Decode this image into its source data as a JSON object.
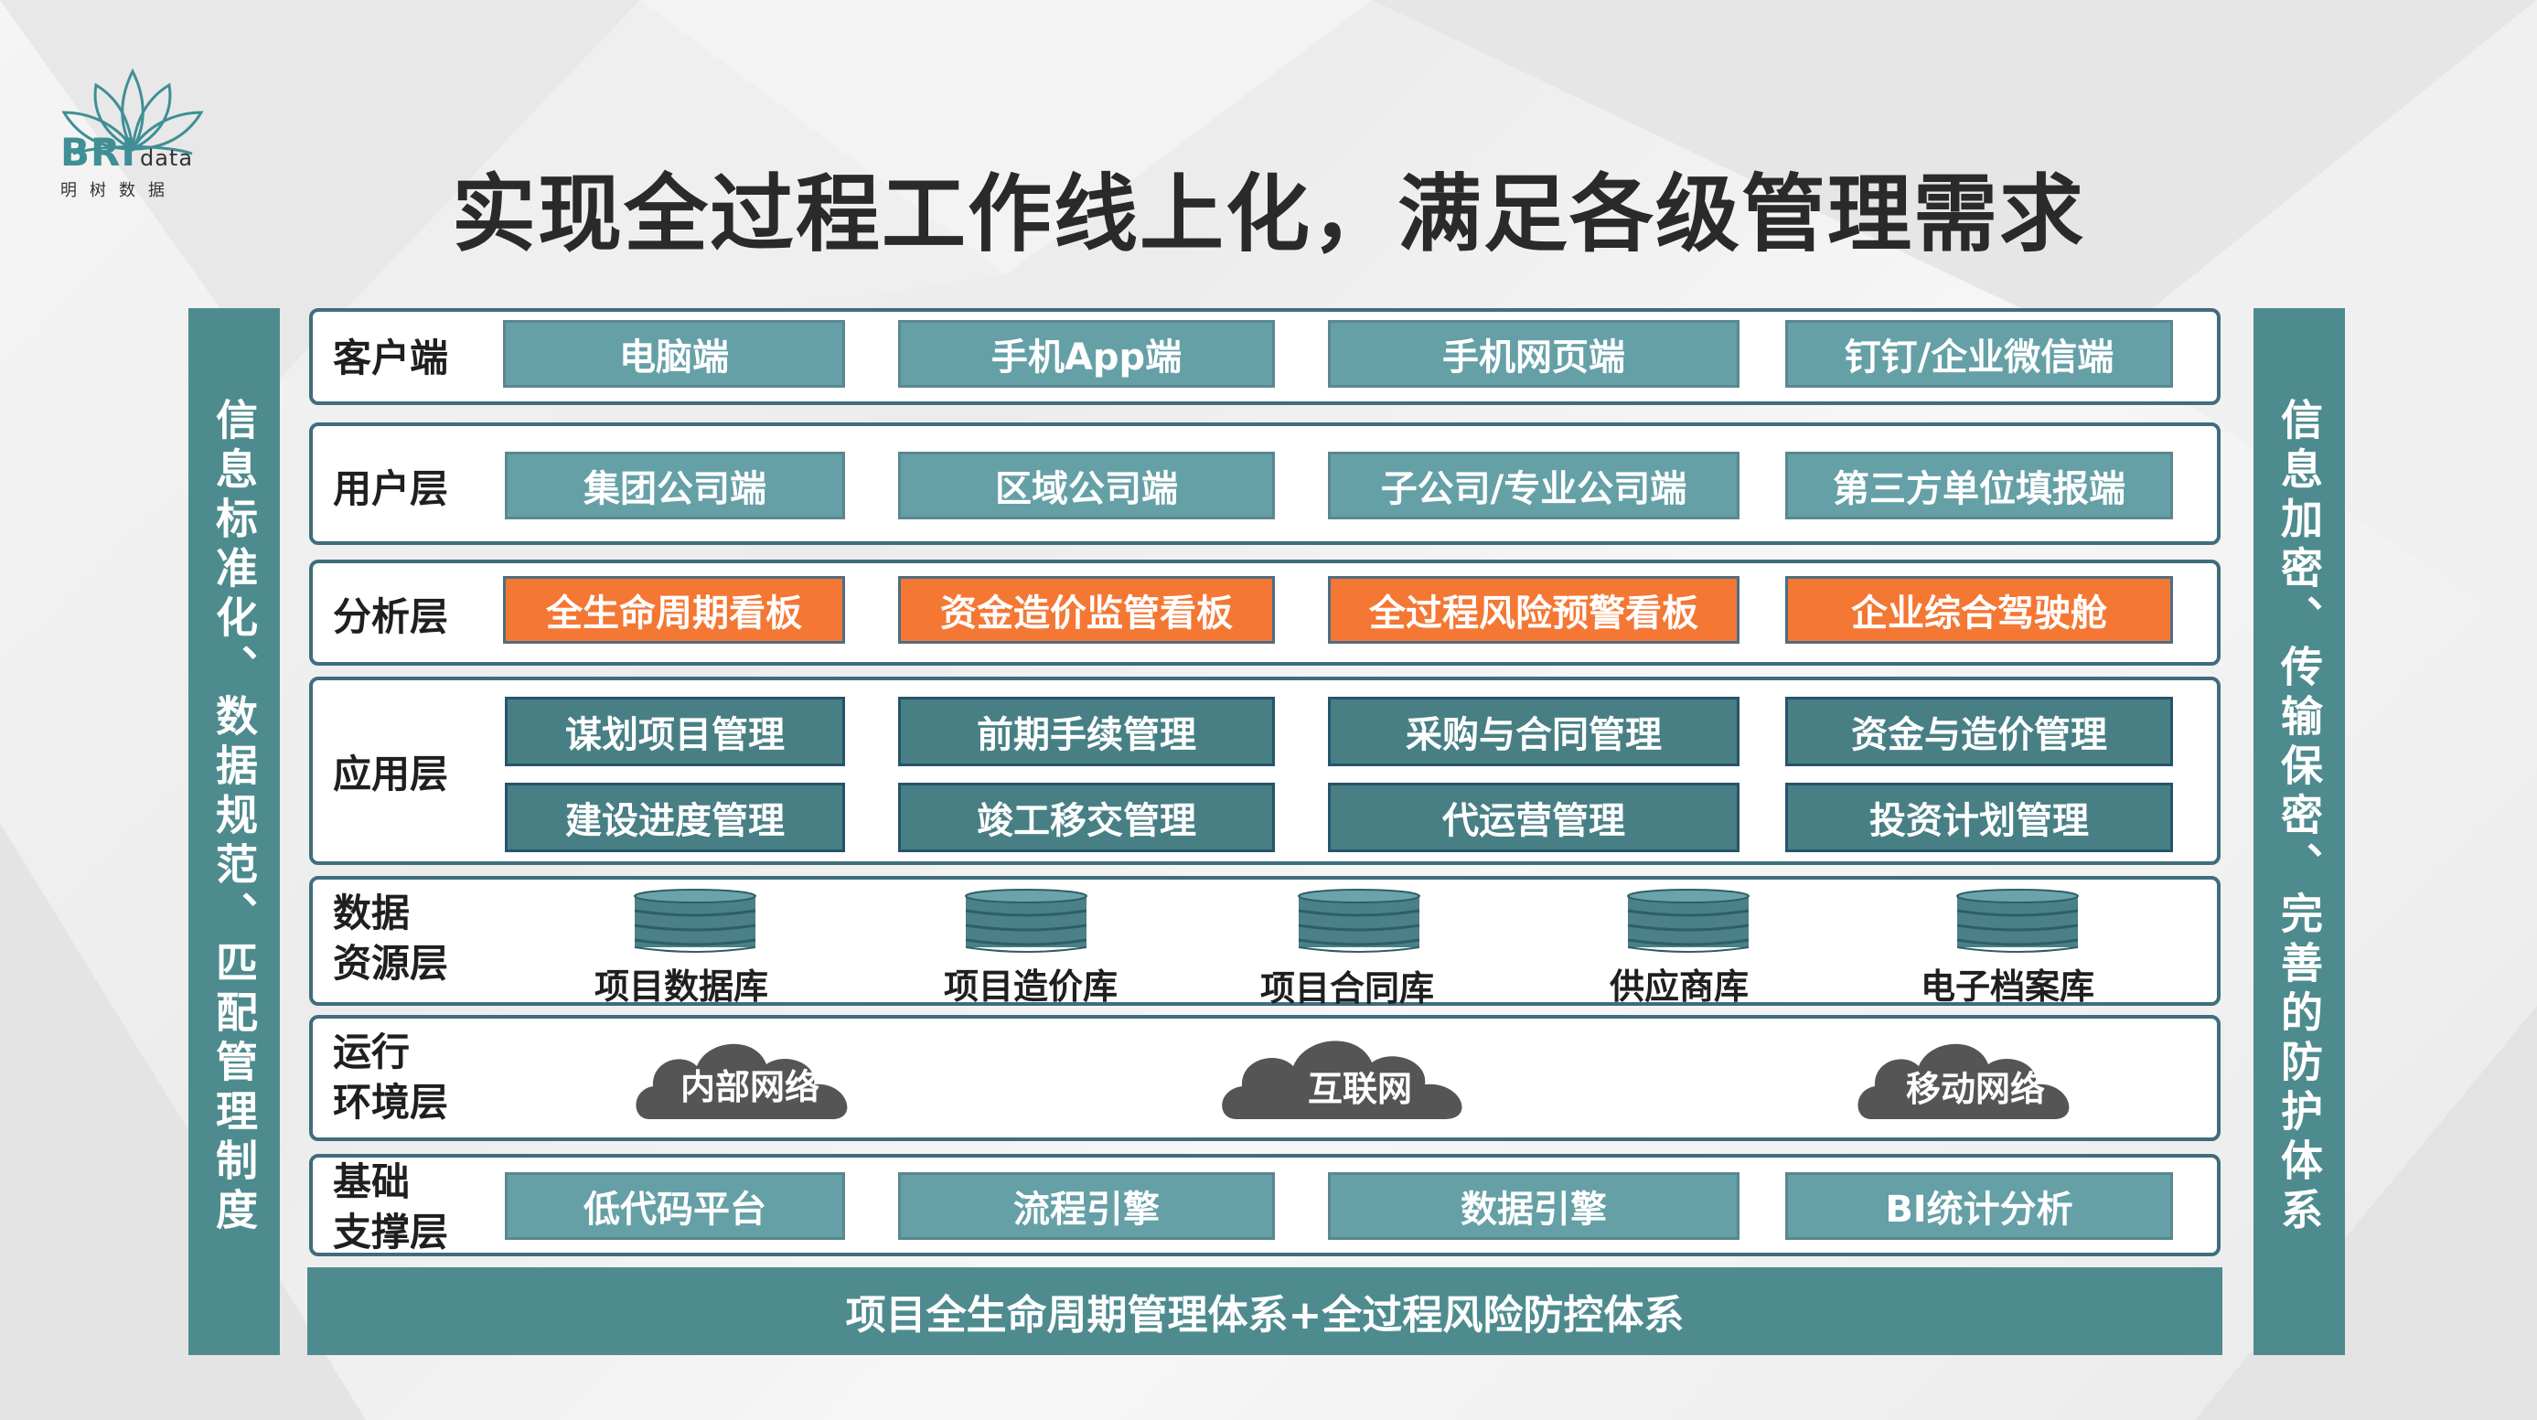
{
  "logo": {
    "brand": "BRI",
    "suffix": "data",
    "subtitle": "明树数据"
  },
  "title": "实现全过程工作线上化，满足各级管理需求",
  "side_left": "信息标准化、数据规范、匹配管理制度",
  "side_right": "信息加密、传输保密、完善的防护体系",
  "layers": {
    "client": {
      "label": "客户端",
      "items": [
        "电脑端",
        "手机App端",
        "手机网页端",
        "钉钉/企业微信端"
      ]
    },
    "user": {
      "label": "用户层",
      "items": [
        "集团公司端",
        "区域公司端",
        "子公司/专业公司端",
        "第三方单位填报端"
      ]
    },
    "analysis": {
      "label": "分析层",
      "items": [
        "全生命周期看板",
        "资金造价监管看板",
        "全过程风险预警看板",
        "企业综合驾驶舱"
      ]
    },
    "application": {
      "label": "应用层",
      "row1": [
        "谋划项目管理",
        "前期手续管理",
        "采购与合同管理",
        "资金与造价管理"
      ],
      "row2": [
        "建设进度管理",
        "竣工移交管理",
        "代运营管理",
        "投资计划管理"
      ]
    },
    "data": {
      "label1": "数据",
      "label2": "资源层",
      "items": [
        "项目数据库",
        "项目造价库",
        "项目合同库",
        "供应商库",
        "电子档案库"
      ]
    },
    "runtime": {
      "label1": "运行",
      "label2": "环境层",
      "items": [
        "内部网络",
        "互联网",
        "移动网络"
      ]
    },
    "base": {
      "label1": "基础",
      "label2": "支撑层",
      "items": [
        "低代码平台",
        "流程引擎",
        "数据引擎",
        "BI统计分析"
      ]
    }
  },
  "footer": "项目全生命周期管理体系+全过程风险防控体系",
  "colors": {
    "teal_side": "#4e8b8e",
    "box_light": "#65a0a7",
    "box_dark": "#477f85",
    "box_orange": "#f47734",
    "border": "#406d7c",
    "cloud": "#555555"
  }
}
